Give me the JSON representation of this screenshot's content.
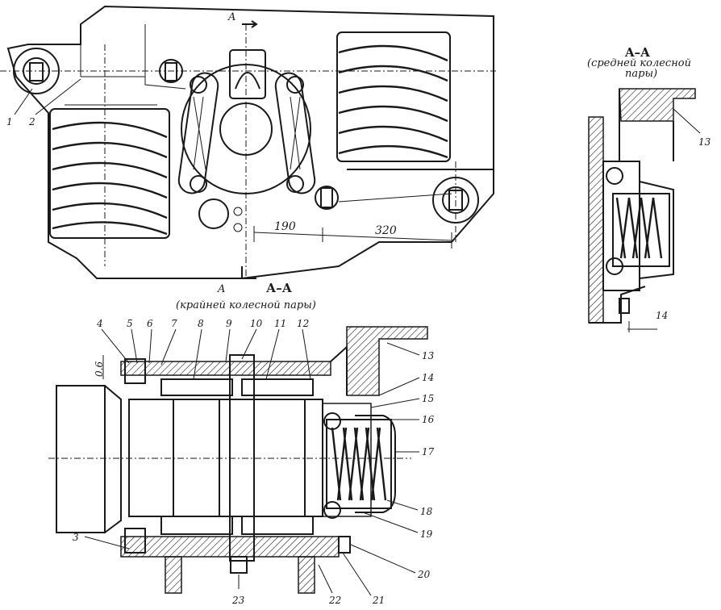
{
  "section_label": "A",
  "views": {
    "top": {
      "dimensions": [
        "190",
        "320"
      ],
      "callouts": [
        "1",
        "2"
      ]
    },
    "side": {
      "title": "A–A",
      "subtitle_line1": "(средней колесной",
      "subtitle_line2": "пары)",
      "callouts": [
        "13",
        "14"
      ]
    },
    "bottom": {
      "title": "А–А",
      "subtitle": "(крайней колесной пары)",
      "gap_label": "0.6",
      "callouts_top": [
        "4",
        "5",
        "6",
        "7",
        "8",
        "9",
        "10",
        "11",
        "12"
      ],
      "callouts_right": [
        "13",
        "14",
        "15",
        "16",
        "17",
        "18",
        "19",
        "20",
        "21"
      ],
      "callouts_bottom": [
        "3",
        "23",
        "22"
      ]
    }
  }
}
